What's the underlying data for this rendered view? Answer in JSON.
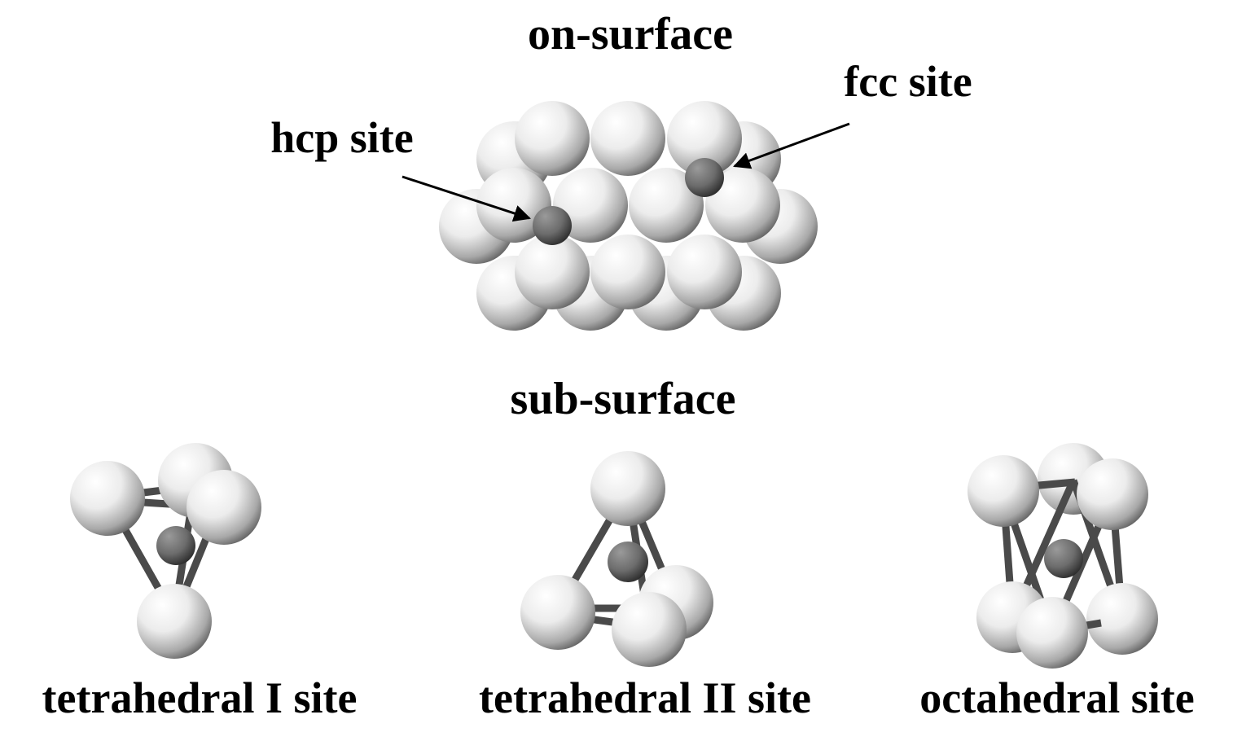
{
  "on_surface": {
    "heading": "on-surface",
    "hcp_label": "hcp site",
    "fcc_label": "fcc site"
  },
  "sub_surface": {
    "heading": "sub-surface",
    "sites": [
      {
        "label": "tetrahedral I site"
      },
      {
        "label": "tetrahedral II site"
      },
      {
        "label": "octahedral site"
      }
    ]
  },
  "colors": {
    "host_atom": "#f2f2f2",
    "adsorbate_atom": "#6e6e6e",
    "bond": "#4a4a4a",
    "text": "#000000"
  }
}
